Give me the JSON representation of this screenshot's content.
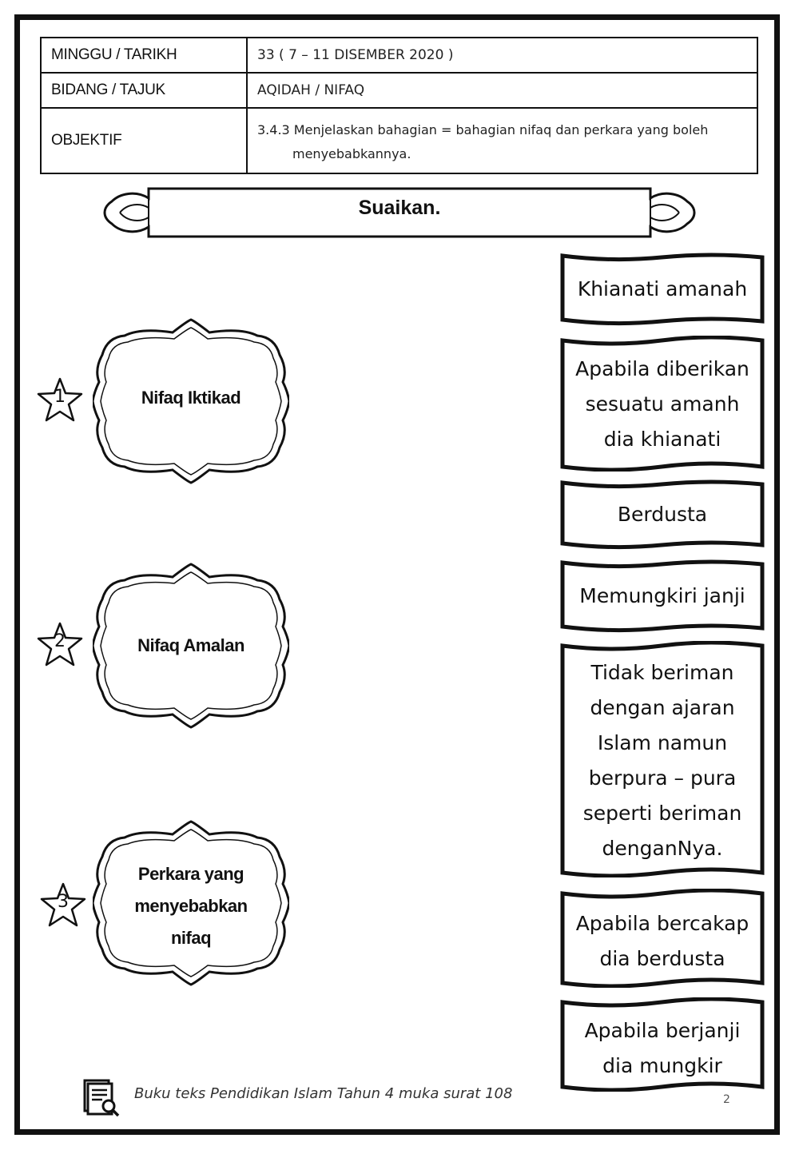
{
  "info_table": {
    "rows": [
      {
        "label": "MINGGU / TARIKH",
        "value": "33 ( 7 – 11 DISEMBER 2020 )"
      },
      {
        "label": "BIDANG / TAJUK",
        "value": "AQIDAH / NIFAQ"
      },
      {
        "label": "OBJEKTIF",
        "value_line1": "3.4.3 Menjelaskan bahagian = bahagian nifaq dan perkara yang boleh",
        "value_line2": "menyebabkannya."
      }
    ]
  },
  "banner": {
    "title": "Suaikan."
  },
  "left_items": [
    {
      "number": "1",
      "lines": [
        "Nifaq Iktikad"
      ]
    },
    {
      "number": "2",
      "lines": [
        "Nifaq Amalan"
      ]
    },
    {
      "number": "3",
      "lines": [
        "Perkara yang",
        "menyebabkan",
        "nifaq"
      ]
    }
  ],
  "right_cards": [
    {
      "lines": [
        "Khianati amanah"
      ]
    },
    {
      "lines": [
        "Apabila diberikan",
        "sesuatu amanh",
        "dia khianati"
      ]
    },
    {
      "lines": [
        "Berdusta"
      ]
    },
    {
      "lines": [
        "Memungkiri janji"
      ]
    },
    {
      "lines": [
        "Tidak beriman",
        "dengan ajaran",
        "Islam namun",
        "berpura – pura",
        "seperti beriman",
        "denganNya."
      ]
    },
    {
      "lines": [
        "Apabila bercakap",
        "dia berdusta"
      ]
    },
    {
      "lines": [
        "Apabila berjanji",
        "dia mungkir"
      ]
    }
  ],
  "footer": {
    "text": "Buku teks Pendidikan Islam Tahun 4 muka surat 108",
    "icon": "book-search-icon",
    "page_number": "2"
  }
}
